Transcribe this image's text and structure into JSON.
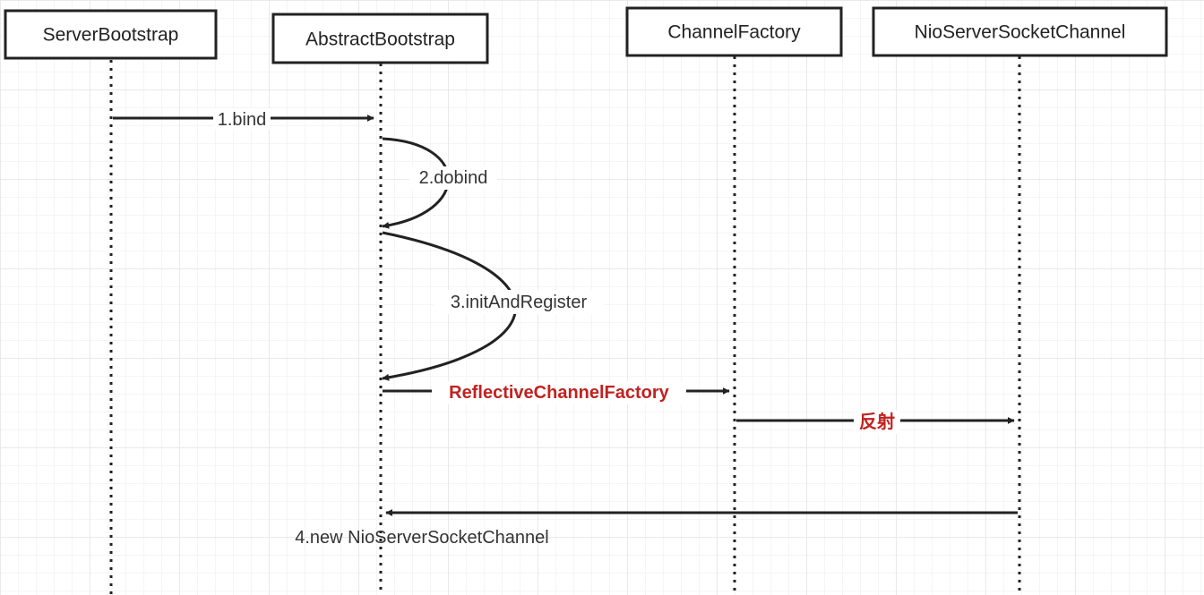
{
  "participants": [
    {
      "id": "server-bootstrap",
      "label": "ServerBootstrap"
    },
    {
      "id": "abstract-bootstrap",
      "label": "AbstractBootstrap"
    },
    {
      "id": "channel-factory",
      "label": "ChannelFactory"
    },
    {
      "id": "nio-server-socket-channel",
      "label": "NioServerSocketChannel"
    }
  ],
  "messages": [
    {
      "id": "bind",
      "label": "1.bind"
    },
    {
      "id": "dobind",
      "label": "2.dobind"
    },
    {
      "id": "init-and-register",
      "label": "3.initAndRegister"
    },
    {
      "id": "reflective-channel-factory",
      "label": "ReflectiveChannelFactory"
    },
    {
      "id": "reflection",
      "label": "反射"
    },
    {
      "id": "new-nio-server-socket-channel",
      "label": "4.new NioServerSocketChannel"
    }
  ],
  "colors": {
    "line": "#222222",
    "accent": "#c0221f",
    "text": "#333333"
  }
}
